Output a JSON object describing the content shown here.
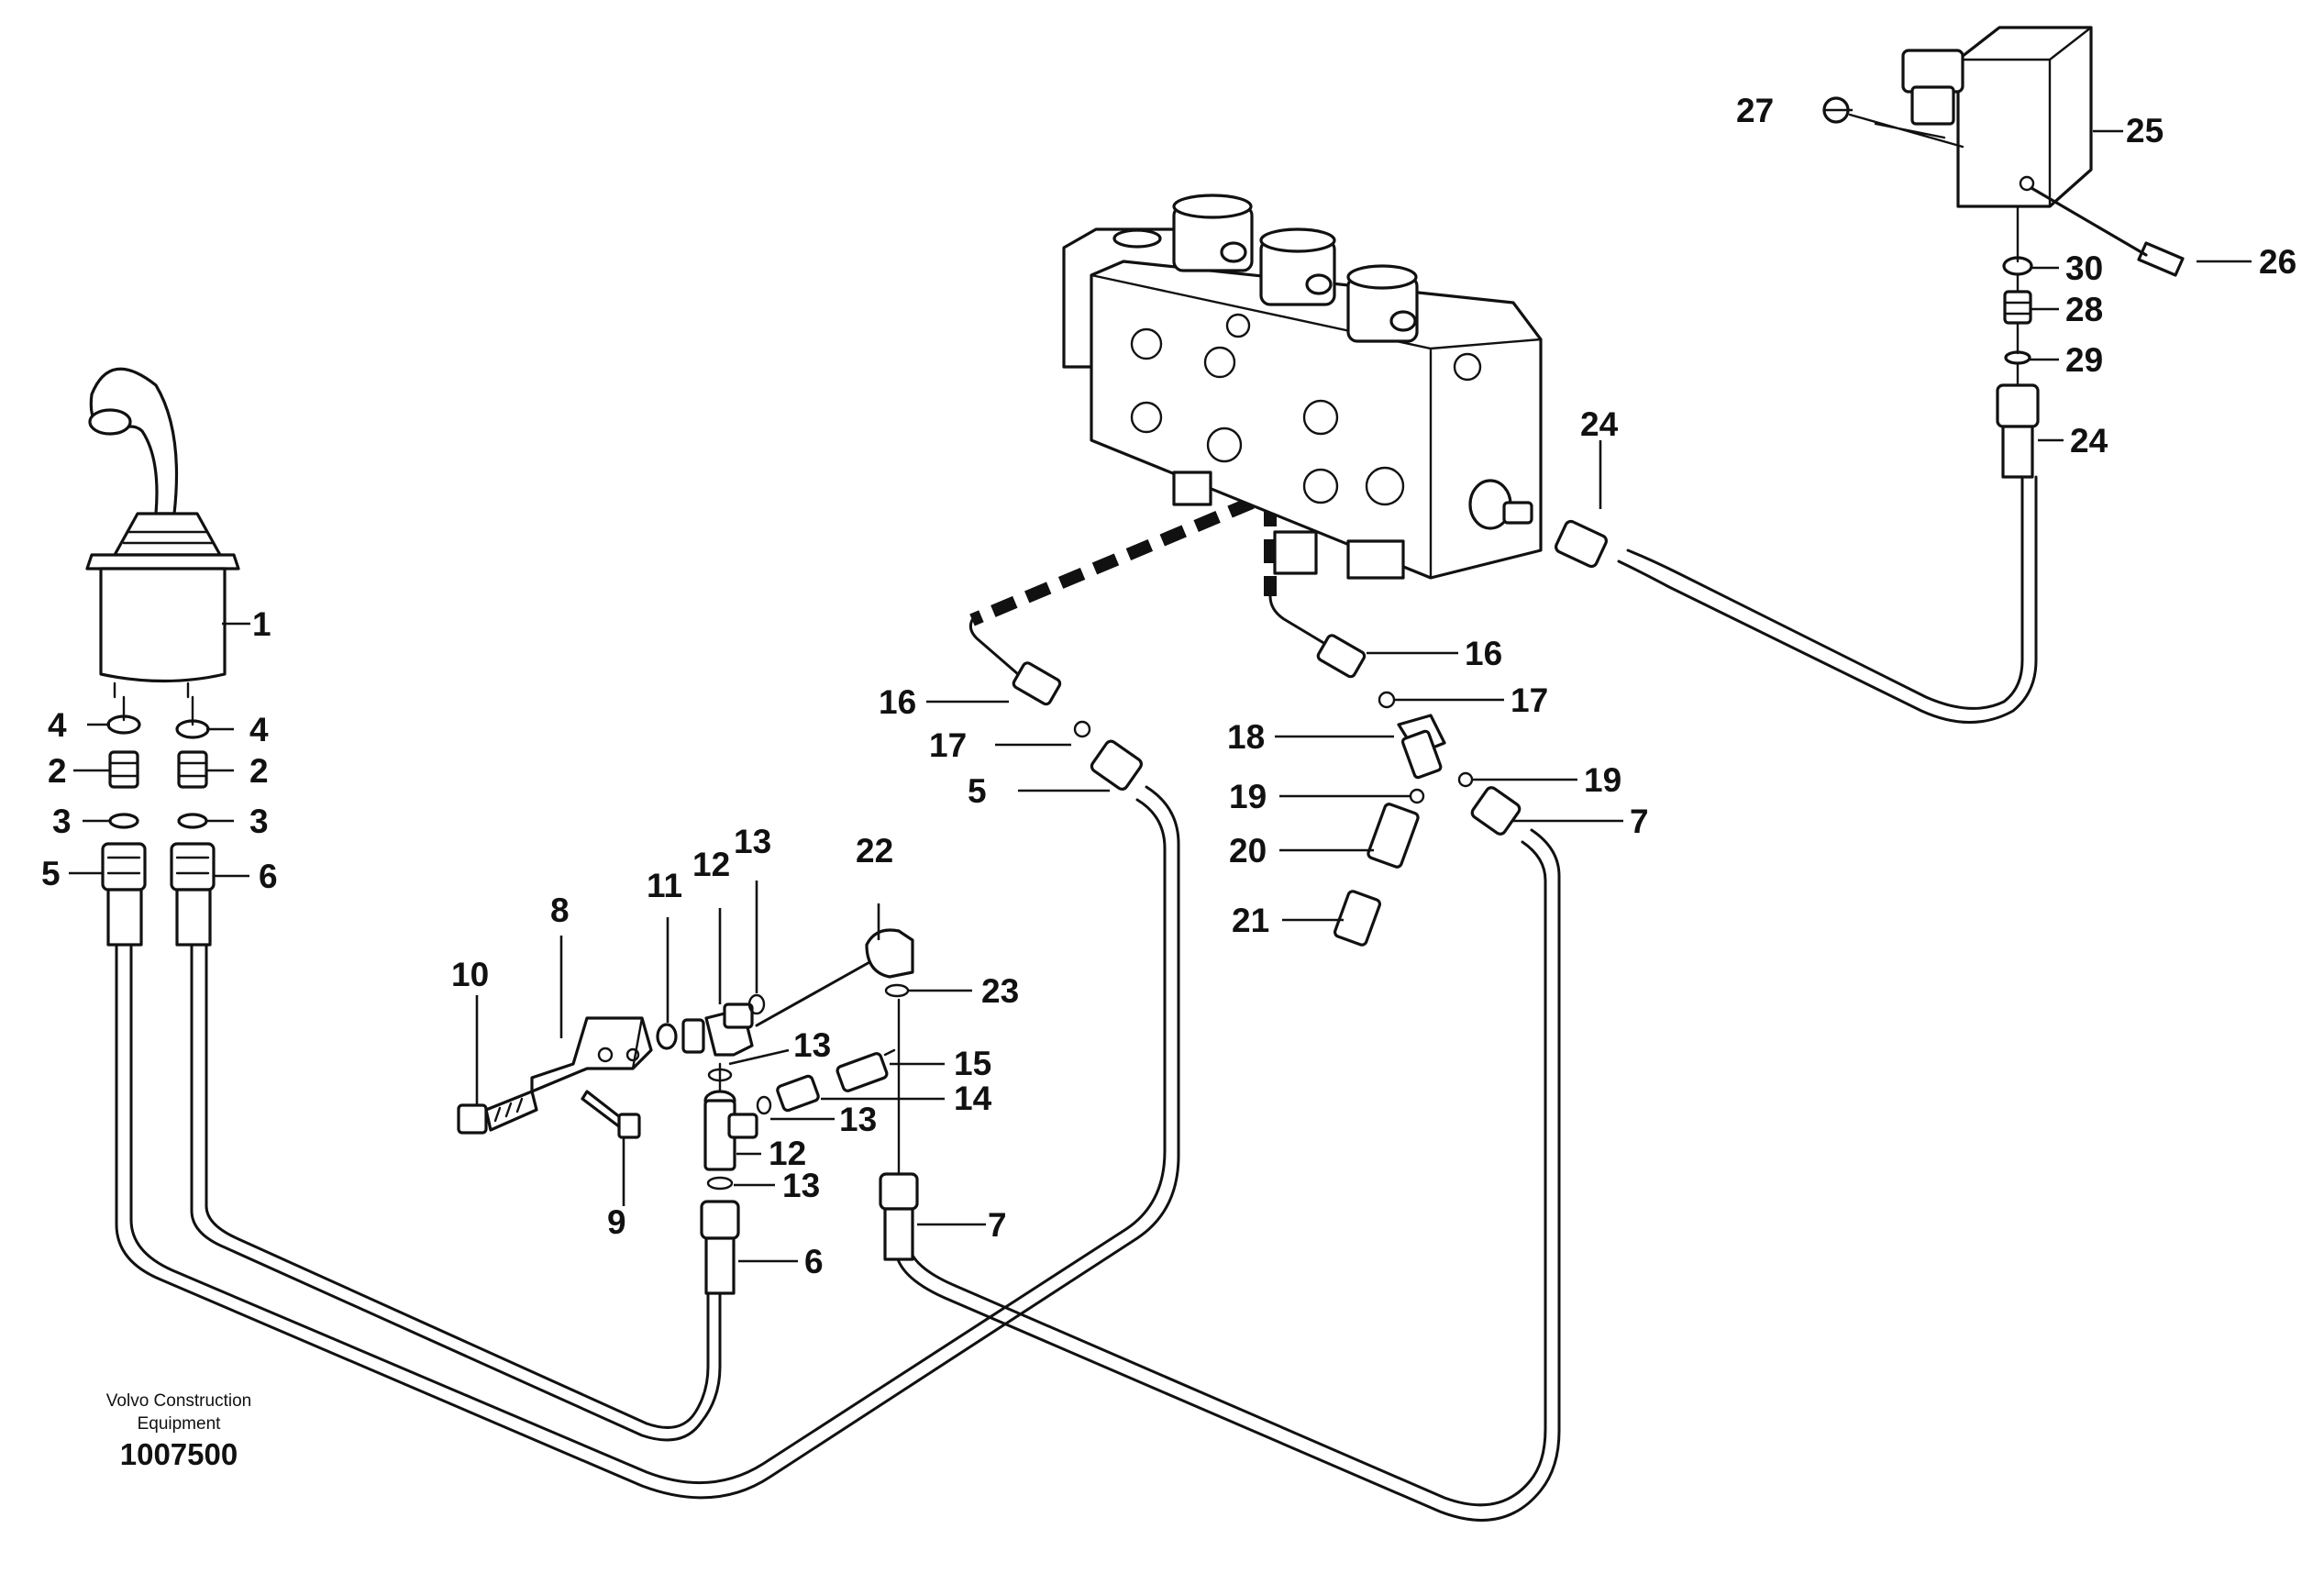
{
  "caption": {
    "company": "Volvo Construction Equipment",
    "drawing_number": "1007500"
  },
  "callouts": {
    "c1": "1",
    "c2a": "2",
    "c2b": "2",
    "c3a": "3",
    "c3b": "3",
    "c4a": "4",
    "c4b": "4",
    "c5a": "5",
    "c5b": "5",
    "c6a": "6",
    "c6b": "6",
    "c7a": "7",
    "c7b": "7",
    "c8": "8",
    "c9": "9",
    "c10": "10",
    "c11": "11",
    "c12a": "12",
    "c12b": "12",
    "c13a": "13",
    "c13b": "13",
    "c13c": "13",
    "c13d": "13",
    "c14": "14",
    "c15": "15",
    "c16a": "16",
    "c16b": "16",
    "c17a": "17",
    "c17b": "17",
    "c18": "18",
    "c19a": "19",
    "c19b": "19",
    "c20": "20",
    "c21": "21",
    "c22": "22",
    "c23": "23",
    "c24a": "24",
    "c24b": "24",
    "c25": "25",
    "c26": "26",
    "c27": "27",
    "c28": "28",
    "c29": "29",
    "c30": "30"
  }
}
